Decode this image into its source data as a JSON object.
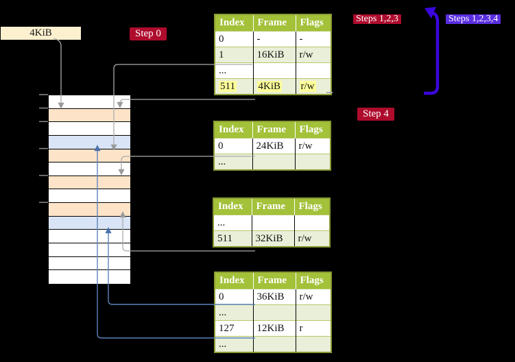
{
  "labels": {
    "frame_box": "4KiB",
    "step0": "Step 0",
    "steps123": "Steps 1,2,3",
    "steps1234": "Steps 1,2,3,4",
    "step4": "Step 4"
  },
  "memory": {
    "rows": [
      "white",
      "wheat",
      "white",
      "blue",
      "wheat",
      "white",
      "wheat",
      "white",
      "wheat",
      "blue",
      "white",
      "white",
      "white",
      "white"
    ]
  },
  "tables": [
    {
      "id": "table-1",
      "headers": [
        "Index",
        "Frame",
        "Flags"
      ],
      "rows": [
        {
          "cells": [
            "0",
            "-",
            "-"
          ]
        },
        {
          "cells": [
            "1",
            "16KiB",
            "r/w"
          ]
        },
        {
          "cells": [
            "...",
            "",
            ""
          ]
        },
        {
          "cells": [
            "511",
            "4KiB",
            "r/w"
          ],
          "highlight": true
        }
      ]
    },
    {
      "id": "table-2",
      "headers": [
        "Index",
        "Frame",
        "Flags"
      ],
      "rows": [
        {
          "cells": [
            "0",
            "24KiB",
            "r/w"
          ]
        },
        {
          "cells": [
            "...",
            "",
            ""
          ]
        }
      ]
    },
    {
      "id": "table-3",
      "headers": [
        "Index",
        "Frame",
        "Flags"
      ],
      "rows": [
        {
          "cells": [
            "...",
            "",
            ""
          ]
        },
        {
          "cells": [
            "511",
            "32KiB",
            "r/w"
          ]
        }
      ]
    },
    {
      "id": "table-4",
      "headers": [
        "Index",
        "Frame",
        "Flags"
      ],
      "rows": [
        {
          "cells": [
            "0",
            "36KiB",
            "r/w"
          ]
        },
        {
          "cells": [
            "...",
            "",
            ""
          ]
        },
        {
          "cells": [
            "127",
            "12KiB",
            "r"
          ]
        },
        {
          "cells": [
            "...",
            "",
            ""
          ]
        }
      ]
    }
  ],
  "colors": {
    "badge_red": "#ae0c2d",
    "badge_blue": "#5a2ee0",
    "loop_arrow_blue": "#3a07dd",
    "connector_gray": "#ababab",
    "connector_gray_head": "#9b9b9b",
    "connector_blue": "#5e83bd",
    "connector_blue_head": "#4a71ad",
    "table_header_bg": "#a3c139",
    "table_alt_row_bg": "#e9efd8",
    "table_border": "#8a9a33",
    "highlight_yellow": "#ffff99",
    "frame_box_bg": "#fcf0cf",
    "mem_wheat": "#fde4c8",
    "mem_blue": "#d9e5f6"
  }
}
